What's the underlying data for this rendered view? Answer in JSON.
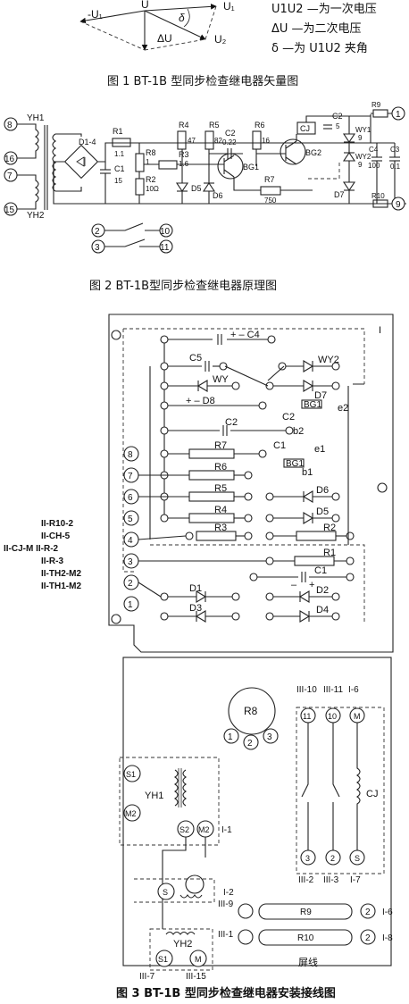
{
  "fig1": {
    "vec_U": "U",
    "vec_U1": "U₁",
    "vec_negU1": "-U₁",
    "vec_U2": "U₂",
    "vec_dU": "ΔU",
    "vec_delta": "δ",
    "legend": [
      "U1U2 —为一次电压",
      "ΔU —为二次电压",
      "δ —为 U1U2 夹角"
    ],
    "caption": "图 1   BT-1B 型同步检查继电器矢量图"
  },
  "fig2": {
    "caption": "图 2    BT-1B型同步检查继电器原理图",
    "terminals_left": [
      "8",
      "16",
      "7",
      "15"
    ],
    "terminals_right": [
      "1",
      "9"
    ],
    "contacts": [
      "2",
      "3",
      "10",
      "11"
    ],
    "labels": {
      "yh1": "YH1",
      "yh2": "YH2",
      "d14": "D1-4",
      "r1": "R1",
      "r1v": "1.1",
      "c1": "C1",
      "c1v": "15",
      "r8": "R8",
      "r8v": "1",
      "r2": "R2",
      "r2v": "10Ω",
      "r3": "R3",
      "r3v": "1.6",
      "r4": "R4",
      "r4v": "47",
      "r5": "R5",
      "r5v": "82",
      "c2": "C2",
      "c2v": "0.22",
      "r6": "R6",
      "r6v": "16",
      "r7": "R7",
      "r7v": "750",
      "d5": "D5",
      "d6": "D6",
      "bg1": "BG1",
      "bg2": "BG2",
      "cj": "CJ",
      "c2b": "C2",
      "c2bv": "5",
      "r9": "R9",
      "wy1": "WY1",
      "wy1v": "9",
      "wy2": "WY2",
      "wy2v": "9",
      "c4": "C4",
      "c4v": "100",
      "c3": "C3",
      "c3v": "0.1",
      "d7": "D7",
      "r10": "R10"
    }
  },
  "fig3": {
    "caption": "图 3   BT-1B 型同步检查继电器安装接线图",
    "board1_label": "I",
    "side_labels": [
      "II-R10-2",
      "II-CH-5",
      "II-CJ-M  II-R-2",
      "II-R-3",
      "II-TH2-M2",
      "II-TH1-M2"
    ],
    "terminals": [
      "8",
      "7",
      "6",
      "5",
      "4",
      "3",
      "2",
      "1"
    ],
    "components": {
      "c4": "+ – C4",
      "c5": "C5",
      "wy2": "WY2",
      "wy": "WY",
      "d8": "+  –  D8",
      "d7": "D7",
      "bg1": "BG1",
      "c2": "C2",
      "e2": "e2",
      "c2b": "C2",
      "b2": "b2",
      "r7": "R7",
      "c1": "C1",
      "e1": "e1",
      "r6": "R6",
      "bg1b": "BG1",
      "b1": "b1",
      "r5": "R5",
      "d6": "D6",
      "r4": "R4",
      "d5": "D5",
      "r3": "R3",
      "r2": "R2",
      "r1": "R1",
      "c1b": "C1",
      "d1": "D1",
      "d2": "D2",
      "d3": "D3",
      "d4": "D4",
      "minus": "–",
      "plus": "+"
    },
    "board2": {
      "r8": "R8",
      "r8_pins": [
        "1",
        "2",
        "3"
      ],
      "cj_pins_top": [
        "11",
        "10",
        "M"
      ],
      "cj_labels_top": [
        "III-10",
        "III-11",
        "I-6"
      ],
      "cj": "CJ",
      "cj_pins_bottom": [
        "3",
        "2",
        "S"
      ],
      "cj_labels_bottom": [
        "III-2",
        "III-3",
        "I-7"
      ],
      "yh1": "YH1",
      "s1": "S1",
      "m2": "M2",
      "s2": "S2",
      "m2b": "M2",
      "i1": "I-1",
      "s_pin": "S",
      "i2": "I-2",
      "iii9": "III-9",
      "r9": "R9",
      "r9_pin": "2",
      "i6": "I-6",
      "iii1": "III-1",
      "r10": "R10",
      "r10_pin": "2",
      "i8": "I-8",
      "yh2": "YH2",
      "s1b": "S1",
      "m": "M",
      "iii7": "III-7",
      "iii15": "III-15",
      "shield": "屏线"
    }
  }
}
